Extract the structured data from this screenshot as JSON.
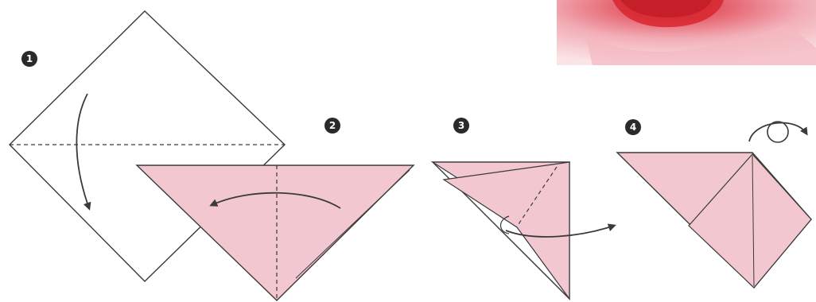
{
  "steps": [
    {
      "number": "1"
    },
    {
      "number": "2"
    },
    {
      "number": "3"
    },
    {
      "number": "4"
    }
  ],
  "colors": {
    "paper_pink": "#f2c7cf",
    "paper_white": "#ffffff",
    "outline": "#3a3a3a",
    "photo_pink": "#ec9aa6",
    "photo_red": "#d7262f"
  },
  "icons": {
    "fold_arrow": "curved-arrow-icon",
    "turn_over": "turn-over-icon"
  }
}
